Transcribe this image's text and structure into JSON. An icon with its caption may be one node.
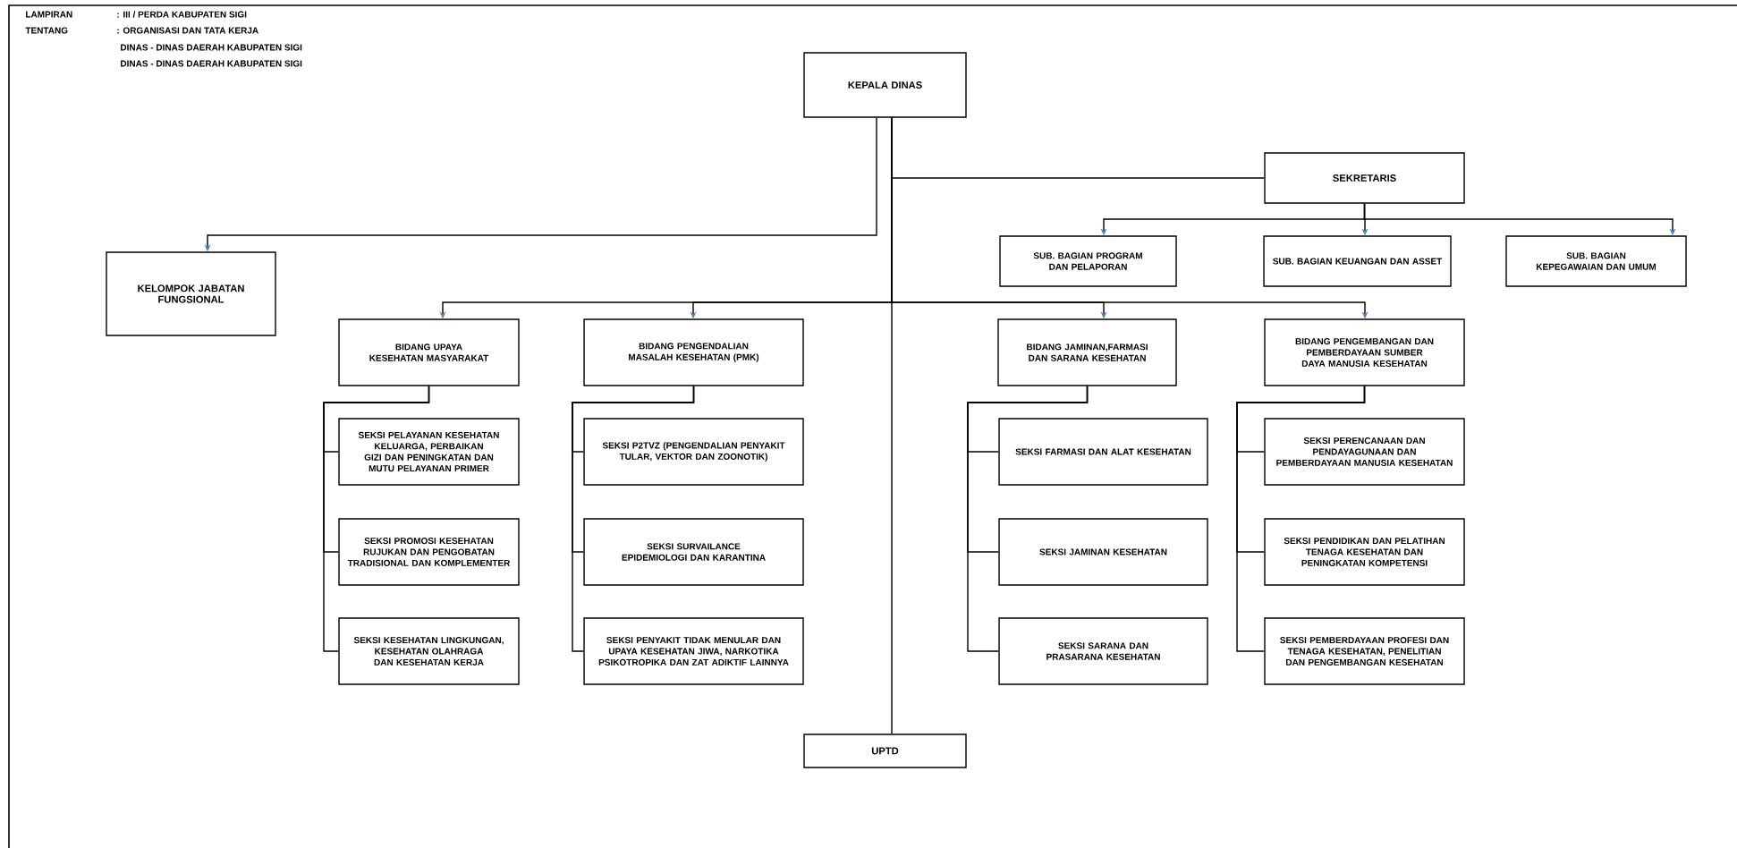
{
  "diagram": {
    "nodes": [
      {
        "text": [
          "KEPALA DINAS"
        ]
      },
      {
        "text": [
          "SEKRETARIS"
        ]
      },
      {
        "text": [
          "SUB. BAGIAN PROGRAM DAN PELAPORAN"
        ]
      },
      {
        "text": [
          "SUB. BAGIAN KEUANGAN DAN ASSET"
        ]
      },
      {
        "text": [
          "SUB. BAGIAN KEPEGAWAIAN DAN UMUM"
        ]
      },
      {
        "text": [
          "KELOMPOK JABATAN FUNGSIONAL"
        ]
      },
      {
        "text": [
          "BIDANG UPAYA KESEHATAN MASYARAKAT"
        ]
      },
      {
        "text": [
          "BIDANG PENGENDALIAN MASALAH KESEHATAN (PMK)"
        ]
      },
      {
        "text": [
          "BIDANG JAMINAN,FARMASI DAN SARANA KESEHATAN"
        ]
      },
      {
        "text": [
          "BIDANG PENGEMBANGAN DAN PEMBERDAYAAN SUMBER DAYA MANUSIA KESEHATAN"
        ]
      },
      {
        "text": [
          "SEKSI PELAYANAN KESEHATAN KELUARGA, PERBAIKAN GIZI DAN PENINGKATAN DAN MUTU PELAYANAN PRIMER"
        ]
      },
      {
        "text": [
          "SEKSI PROMOSI KESEHATAN RUJUKAN DAN PENGOBATAN TRADISIONAL DAN KOMPLEMENTER"
        ]
      },
      {
        "text": [
          "SEKSI KESEHATAN LINGKUNGAN, KESEHATAN OLAHRAGA DAN KESEHATAN KERJA"
        ]
      },
      {
        "text": [
          "SEKSI P2TVZ (PENGENDALIAN PENYAKIT TULAR, VEKTOR DAN ZOONOTIK)"
        ]
      },
      {
        "text": [
          "SEKSI SURVAILANCE EPIDEMIOLOGI DAN KARANTINA"
        ]
      },
      {
        "text": [
          "SEKSI PENYAKIT TIDAK MENULAR DAN UPAYA KESEHATAN JIWA, NARKOTIKA PSIKOTROPIKA DAN ZAT ADIKTIF LAINNYA"
        ]
      },
      {
        "text": [
          "SEKSI FARMASI DAN ALAT KESEHATAN"
        ]
      },
      {
        "text": [
          "SEKSI JAMINAN KESEHATAN"
        ]
      },
      {
        "text": [
          "SEKSI SARANA DAN PRASARANA KESEHATAN"
        ]
      },
      {
        "text": [
          "SEKSI PERENCANAAN DAN PENDAYAGUNAAN DAN PEMBERDAYAAN MANUSIA KESEHATAN"
        ]
      },
      {
        "text": [
          "SEKSI PENDIDIKAN DAN PELATIHAN TENAGA KESEHATAN DAN PENINGKATAN KOMPETENSI"
        ]
      },
      {
        "text": [
          "SEKSI PEMBERDAYAAN PROFESI DAN TENAGA KESEHATAN, PENELITIAN DAN PENGEMBANGAN KESEHATAN"
        ]
      },
      {
        "text": [
          "UPTD"
        ]
      }
    ],
    "edges": [
      {
        "from": 0,
        "to": 5,
        "arrow": "to"
      },
      {
        "from": 0,
        "to": 1,
        "arrow": "none"
      },
      {
        "from": 1,
        "to": 2,
        "arrow": "to"
      },
      {
        "from": 1,
        "to": 3,
        "arrow": "to"
      },
      {
        "from": 1,
        "to": 4,
        "arrow": "to"
      },
      {
        "from": 0,
        "to": 6,
        "arrow": "to"
      },
      {
        "from": 0,
        "to": 7,
        "arrow": "to"
      },
      {
        "from": 0,
        "to": 8,
        "arrow": "to"
      },
      {
        "from": 0,
        "to": 9,
        "arrow": "to"
      },
      {
        "from": 6,
        "to": 10,
        "arrow": "none"
      },
      {
        "from": 6,
        "to": 11,
        "arrow": "none"
      },
      {
        "from": 6,
        "to": 12,
        "arrow": "none"
      },
      {
        "from": 7,
        "to": 13,
        "arrow": "none"
      },
      {
        "from": 7,
        "to": 14,
        "arrow": "none"
      },
      {
        "from": 7,
        "to": 15,
        "arrow": "none"
      },
      {
        "from": 8,
        "to": 16,
        "arrow": "none"
      },
      {
        "from": 8,
        "to": 17,
        "arrow": "none"
      },
      {
        "from": 8,
        "to": 18,
        "arrow": "none"
      },
      {
        "from": 9,
        "to": 19,
        "arrow": "none"
      },
      {
        "from": 9,
        "to": 20,
        "arrow": "none"
      },
      {
        "from": 9,
        "to": 21,
        "arrow": "none"
      },
      {
        "from": 0,
        "to": 22,
        "arrow": "none"
      }
    ],
    "labels": [
      "LAMPIRAN",
      ": III / PERDA KABUPATEN SIGI",
      "TENTANG",
      ": ORGANISASI DAN TATA KERJA",
      "DINAS - DINAS DAERAH KABUPATEN SIGI",
      "DINAS - DINAS DAERAH KABUPATEN SIGI"
    ]
  }
}
